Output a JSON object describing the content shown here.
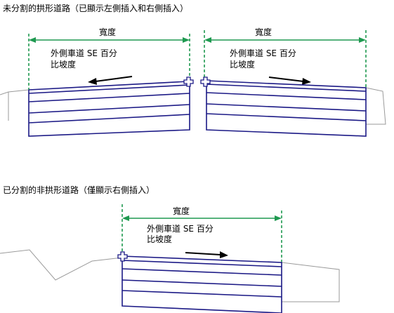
{
  "top_section": {
    "caption": "未分割的拱形道路（已顯示左側插入和右側插入）",
    "left_lane": {
      "width_label": "寬度",
      "slope_label_line1": "外側車道 SE 百分",
      "slope_label_line2": "比坡度",
      "direction_arrow": "left-arrow"
    },
    "right_lane": {
      "width_label": "寬度",
      "slope_label_line1": "外側車道 SE 百分",
      "slope_label_line2": "比坡度",
      "direction_arrow": "right-arrow"
    }
  },
  "bottom_section": {
    "caption": "已分割的非拱形道路（僅顯示右側插入）",
    "lane": {
      "width_label": "寬度",
      "slope_label_line1": "外側車道 SE 百分",
      "slope_label_line2": "比坡度",
      "direction_arrow": "right-arrow"
    }
  },
  "colors": {
    "lane_outline": "#1c1a86",
    "width_dimension": "#1f9950",
    "ground_line": "#9a9a9a",
    "flow_arrow": "#000000"
  }
}
